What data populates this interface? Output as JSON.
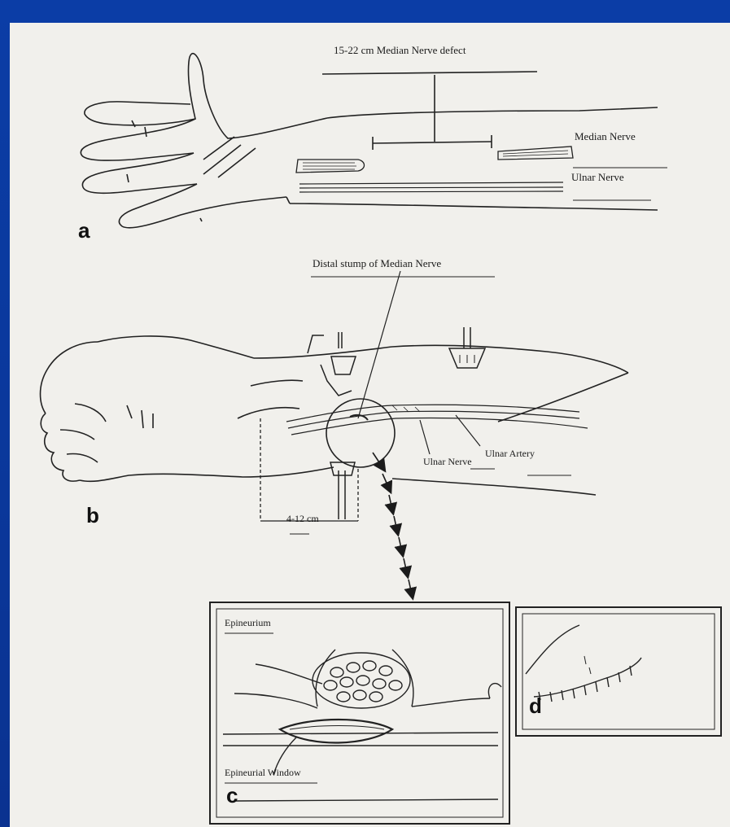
{
  "colors": {
    "slide_background": "#0a3a9e",
    "paper": "#f1f0ec",
    "ink": "#1b1b1b"
  },
  "panels": {
    "a": {
      "letter": "a",
      "labels": {
        "defect": "15-22 cm Median Nerve defect",
        "median_nerve": "Median Nerve",
        "ulnar_nerve": "Ulnar Nerve"
      }
    },
    "b": {
      "letter": "b",
      "labels": {
        "distal_stump": "Distal stump of Median Nerve",
        "ulnar_nerve": "Ulnar Nerve",
        "ulnar_artery": "Ulnar Artery",
        "distance": "4-12 cm"
      }
    },
    "c": {
      "letter": "c",
      "labels": {
        "epineurium": "Epineurium",
        "epineurial_window": "Epineurial Window"
      }
    },
    "d": {
      "letter": "d"
    }
  }
}
